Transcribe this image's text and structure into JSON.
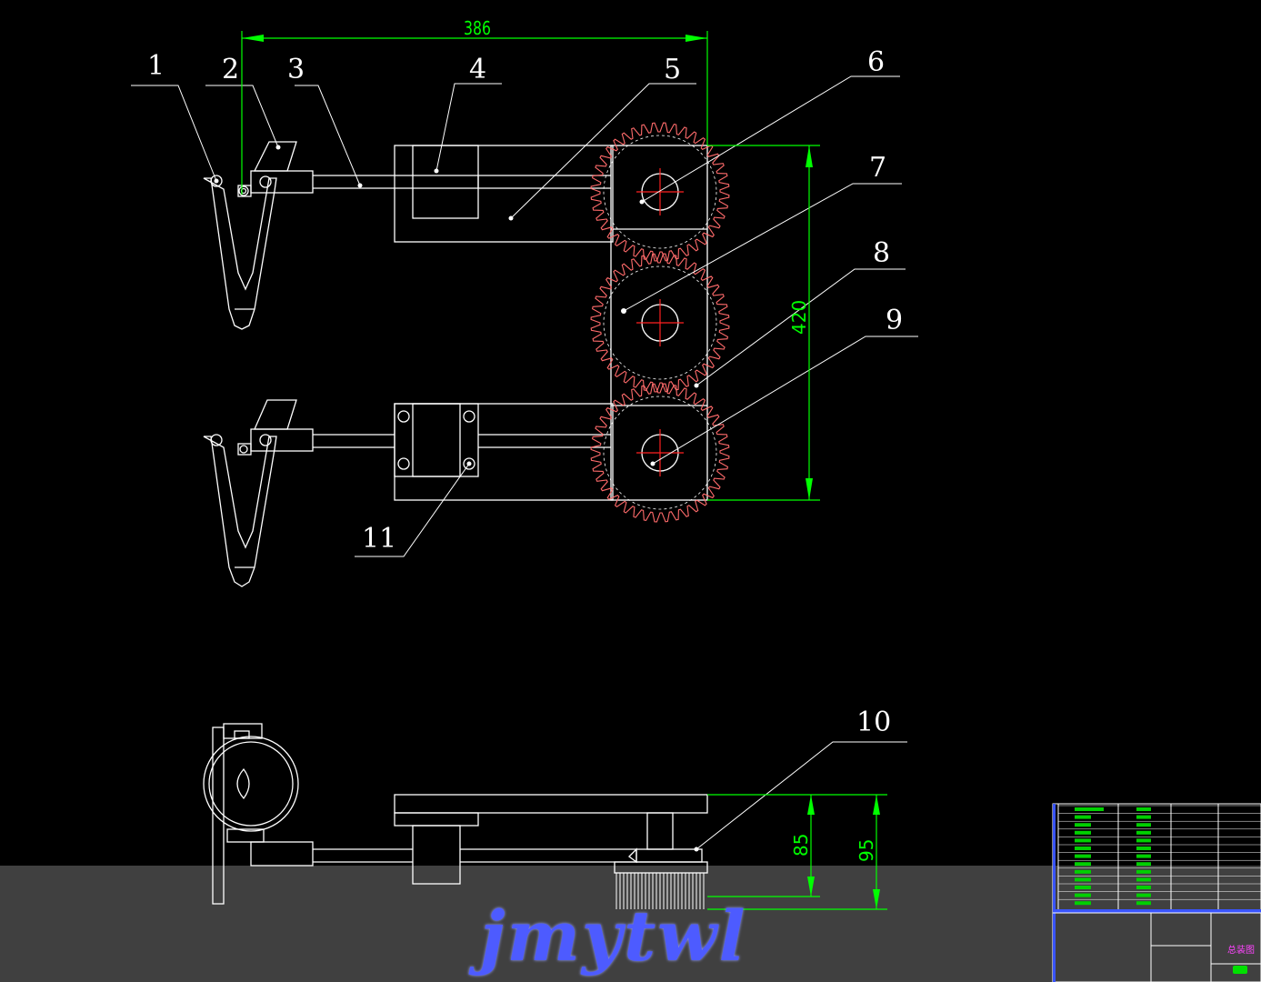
{
  "drawing": {
    "colors": {
      "background": "#000000",
      "lines": "#ffffff",
      "dimension": "#00ff00",
      "gear_teeth": "#ff6b6b",
      "center_marks": "#ff0000",
      "footer_band": "#404040",
      "watermark": "#4d5bff",
      "title_block": "#ff00ff"
    },
    "part_labels": [
      "1",
      "2",
      "3",
      "4",
      "5",
      "6",
      "7",
      "8",
      "9",
      "10",
      "11"
    ],
    "dimensions": {
      "width_top": "386",
      "height_right": "420",
      "base_inner": "85",
      "base_outer": "95"
    },
    "title_block": {
      "name": "总装图"
    },
    "watermark": "jmytwl"
  }
}
